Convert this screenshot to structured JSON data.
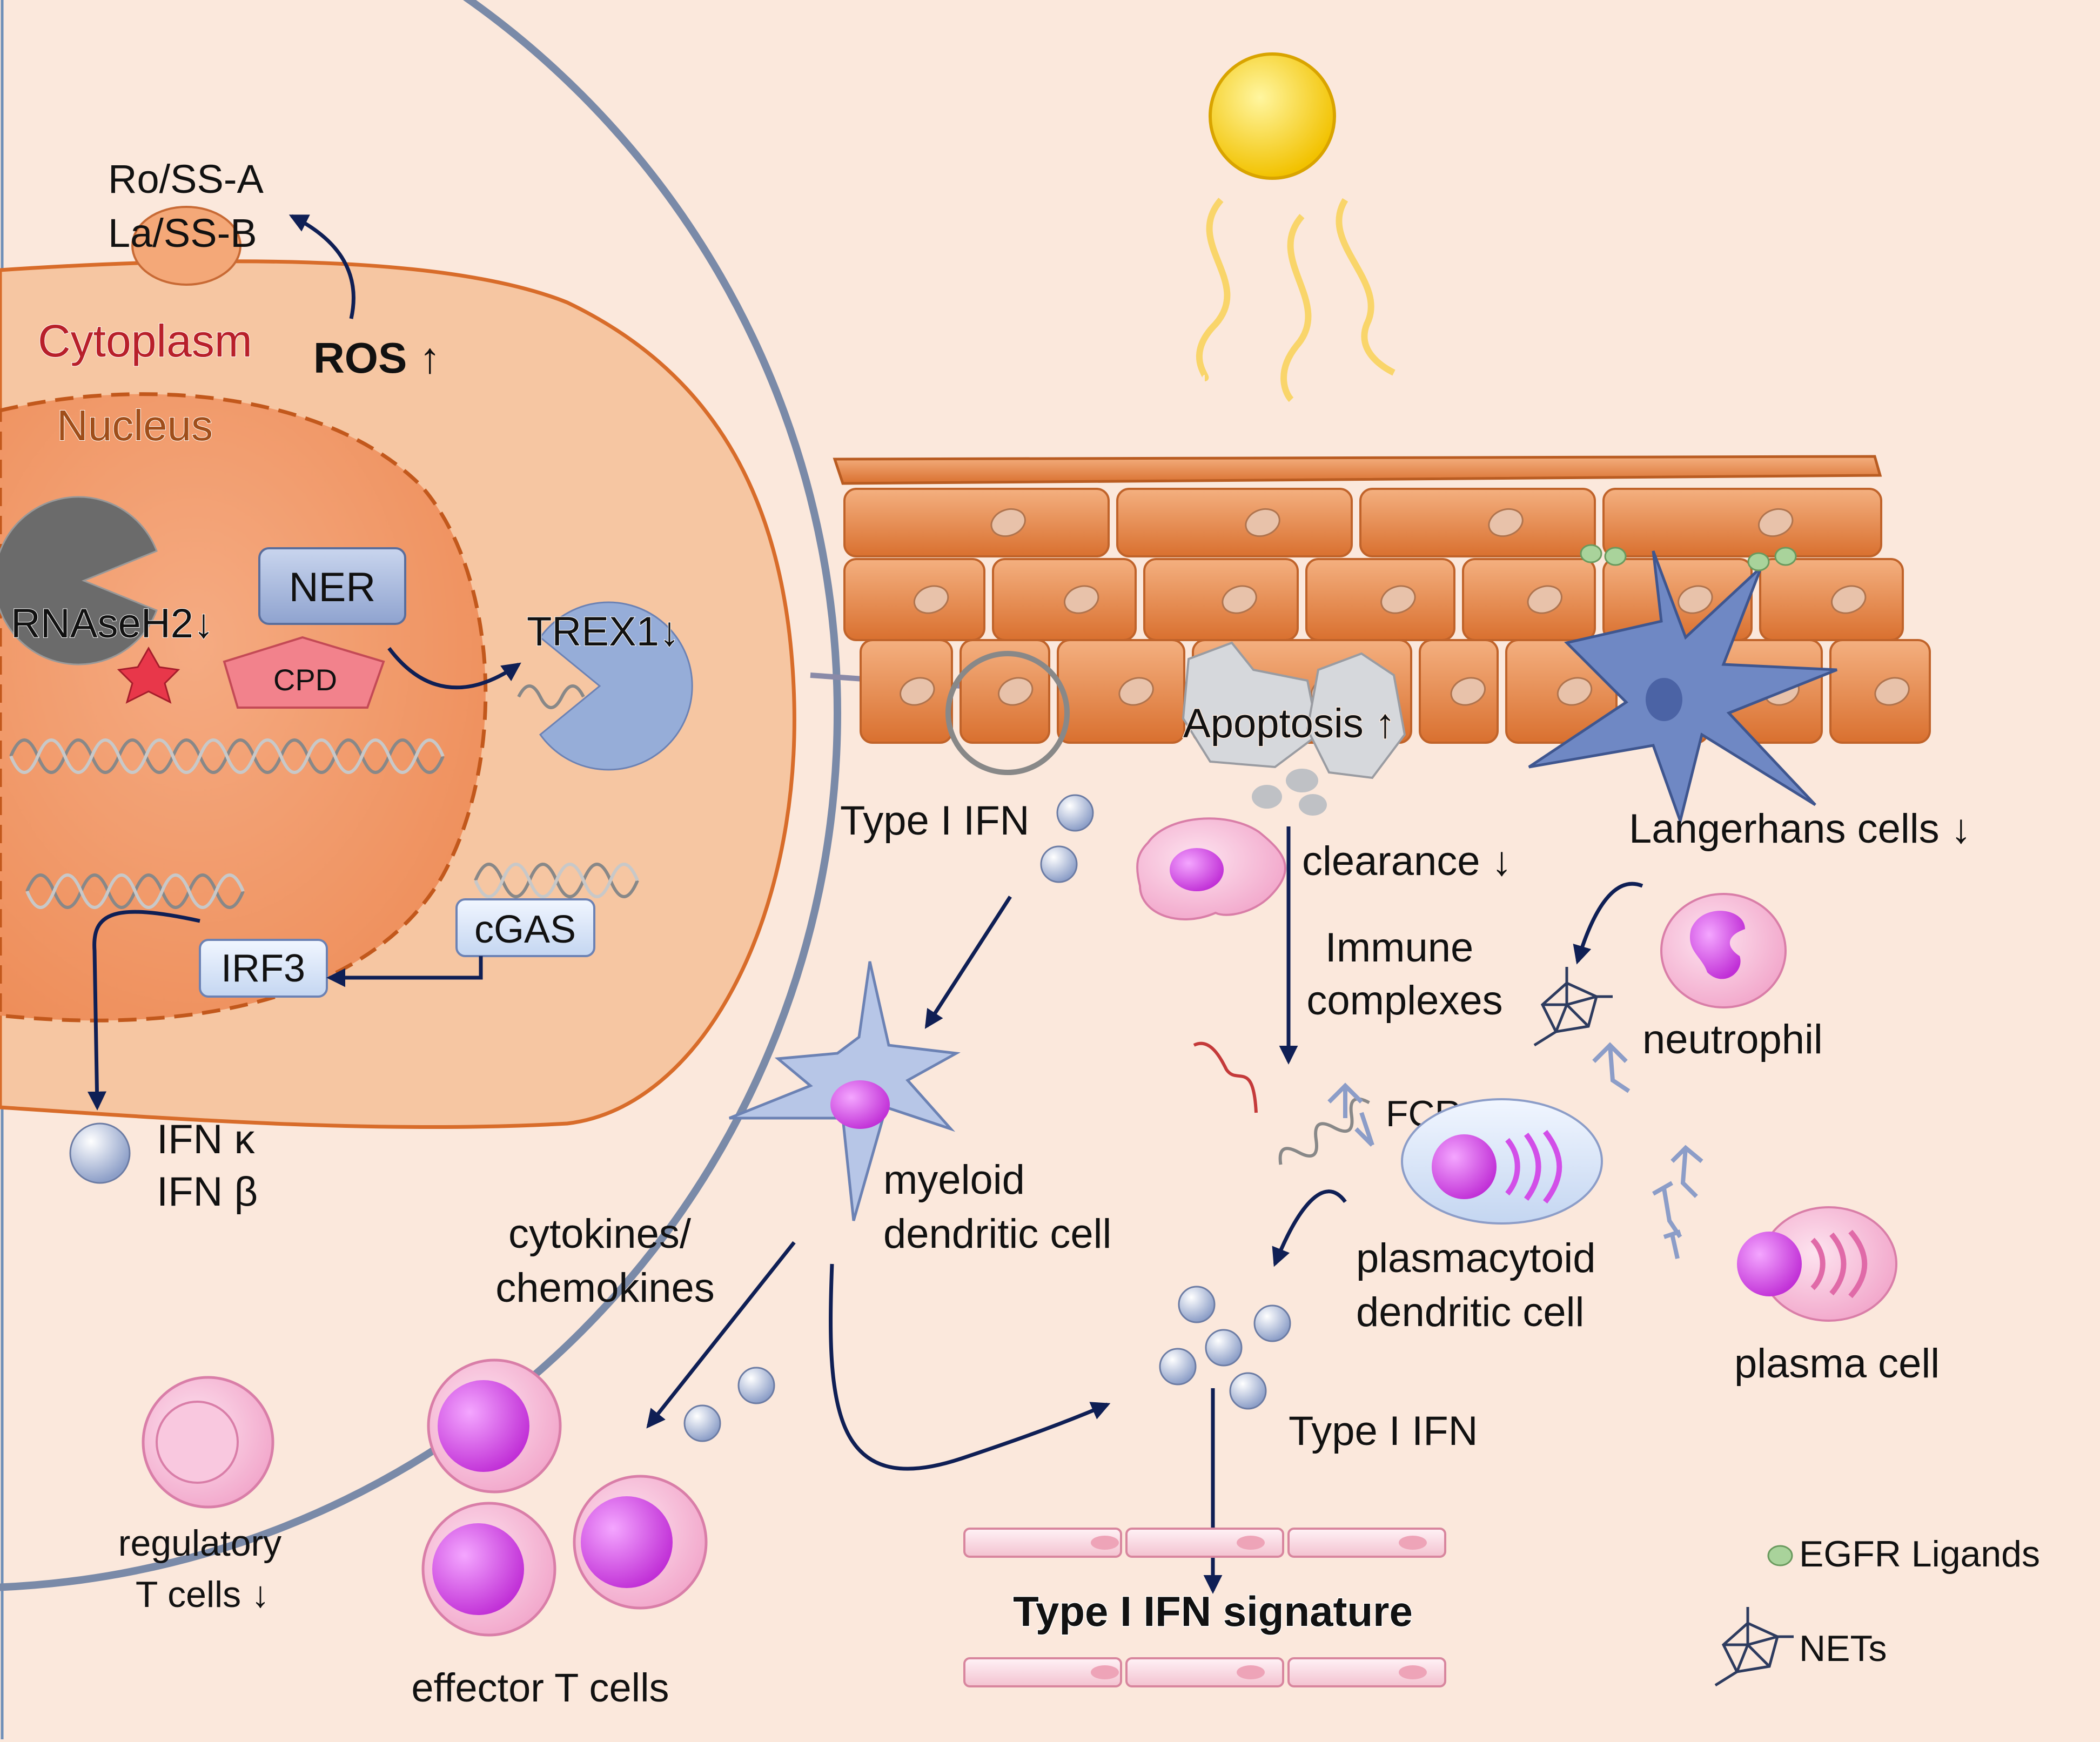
{
  "cell": {
    "ro": "Ro/SS-A",
    "la": "La/SS-B",
    "cytoplasm": "Cytoplasm",
    "nucleus": "Nucleus",
    "ros": "ROS ↑",
    "ner": "NER",
    "rnaseh2": "RNAseH2↓",
    "cpd": "CPD",
    "trex1": "TREX1↓",
    "cgas": "cGAS",
    "irf3": "IRF3",
    "ifn_k": "IFN κ",
    "ifn_b": "IFN β"
  },
  "skin": {
    "type1_ifn_top": "Type I IFN",
    "apoptosis": "Apoptosis ↑",
    "clearance": "clearance ↓",
    "langerhans": "Langerhans cells ↓",
    "immune1": "Immune",
    "immune2": "complexes",
    "neutrophil": "neutrophil",
    "fcr": "FCR",
    "myeloid1": "myeloid",
    "myeloid2": "dendritic cell",
    "cyto1": "cytokines/",
    "cyto2": "chemokines",
    "pdc1": "plasmacytoid",
    "pdc2": "dendritic cell",
    "plasma": "plasma cell",
    "type1_ifn_mid": "Type I IFN",
    "treg1": "regulatory",
    "treg2": "T cells ↓",
    "effector": "effector T cells",
    "signature": "Type I IFN signature"
  },
  "legend": {
    "egfr": "EGFR Ligands",
    "nets": "NETs"
  },
  "colors": {
    "background": "#fbe8dc",
    "arrow": "#0f1f55",
    "cytoplasm_text": "#b8202a",
    "nucleus_text": "#a04e1a",
    "keratinocyte": "#e07f43",
    "magenta": "#c52fd8"
  }
}
